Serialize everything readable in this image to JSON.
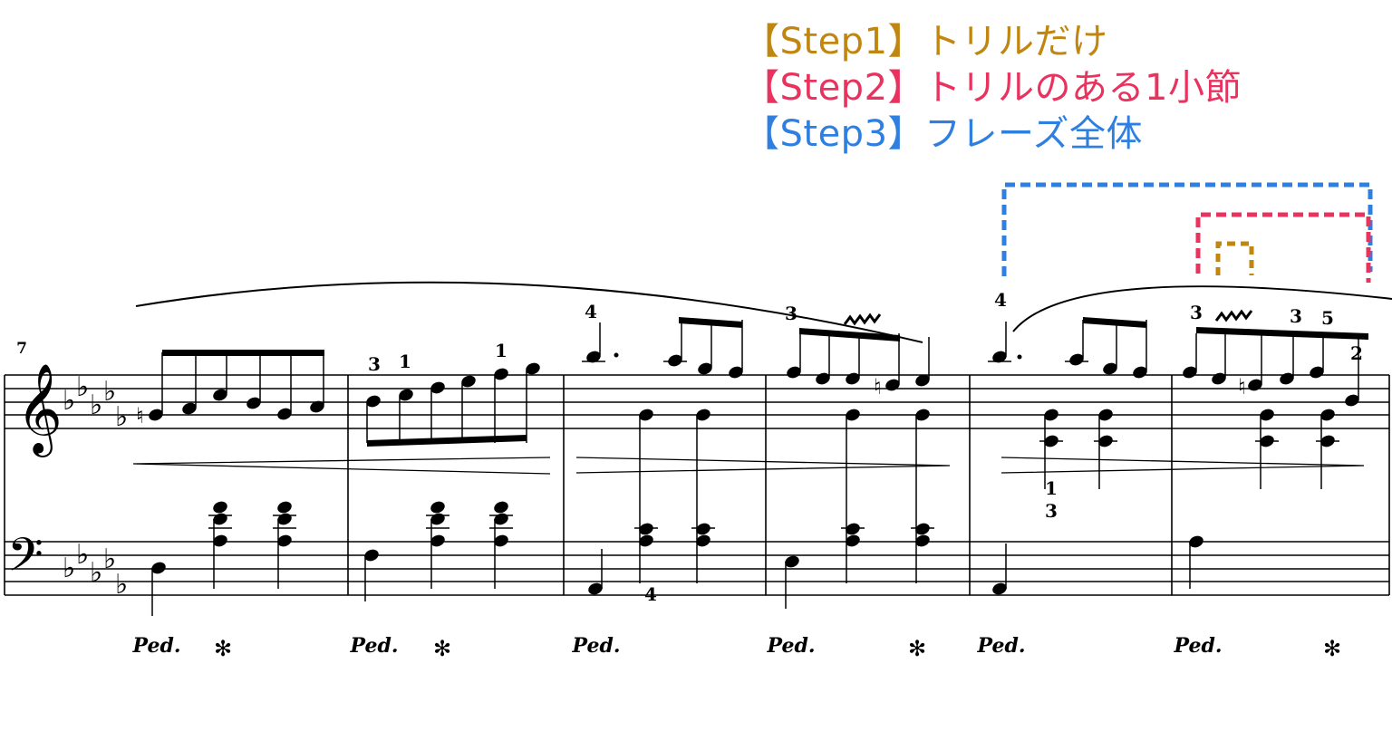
{
  "annotations": {
    "step1": {
      "text": "【Step1】トリルだけ",
      "color": "#C0860F"
    },
    "step2": {
      "text": "【Step2】トリルのある1小節",
      "color": "#E8335E"
    },
    "step3": {
      "text": "【Step3】フレーズ全体",
      "color": "#2F7FE0"
    }
  },
  "score": {
    "measure_number": "7",
    "fingerings": [
      "3",
      "1",
      "1",
      "4",
      "4",
      "3",
      "4",
      "1",
      "3",
      "3",
      "3",
      "5",
      "2"
    ],
    "pedal_label": "Ped.",
    "pedal_release": "✻"
  }
}
